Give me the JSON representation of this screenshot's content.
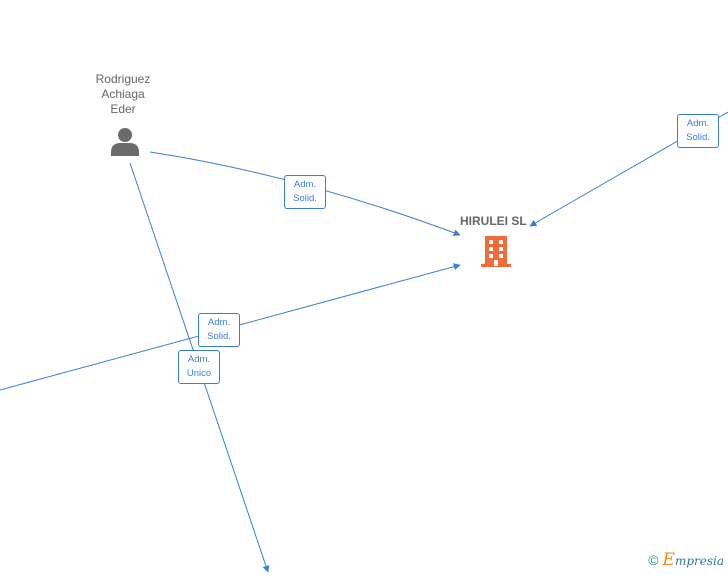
{
  "person": {
    "name_lines": [
      "Rodriguez",
      "Achiaga",
      "Eder"
    ],
    "icon": "person-icon"
  },
  "company": {
    "name": "HIRULEI SL",
    "icon": "building-icon",
    "icon_color": "#f26b3a"
  },
  "edges": [
    {
      "role": [
        "Adm.",
        "Solid."
      ]
    },
    {
      "role": [
        "Adm.",
        "Solid."
      ]
    },
    {
      "role": [
        "Adm.",
        "Solid."
      ]
    },
    {
      "role": [
        "Adm.",
        "Unico"
      ]
    }
  ],
  "footer": {
    "copyright_symbol": "©",
    "brand_initial": "E",
    "brand_rest": "mpresia"
  },
  "colors": {
    "edge": "#3b7fd4",
    "label": "#666666",
    "person_icon": "#6b6b6b"
  }
}
